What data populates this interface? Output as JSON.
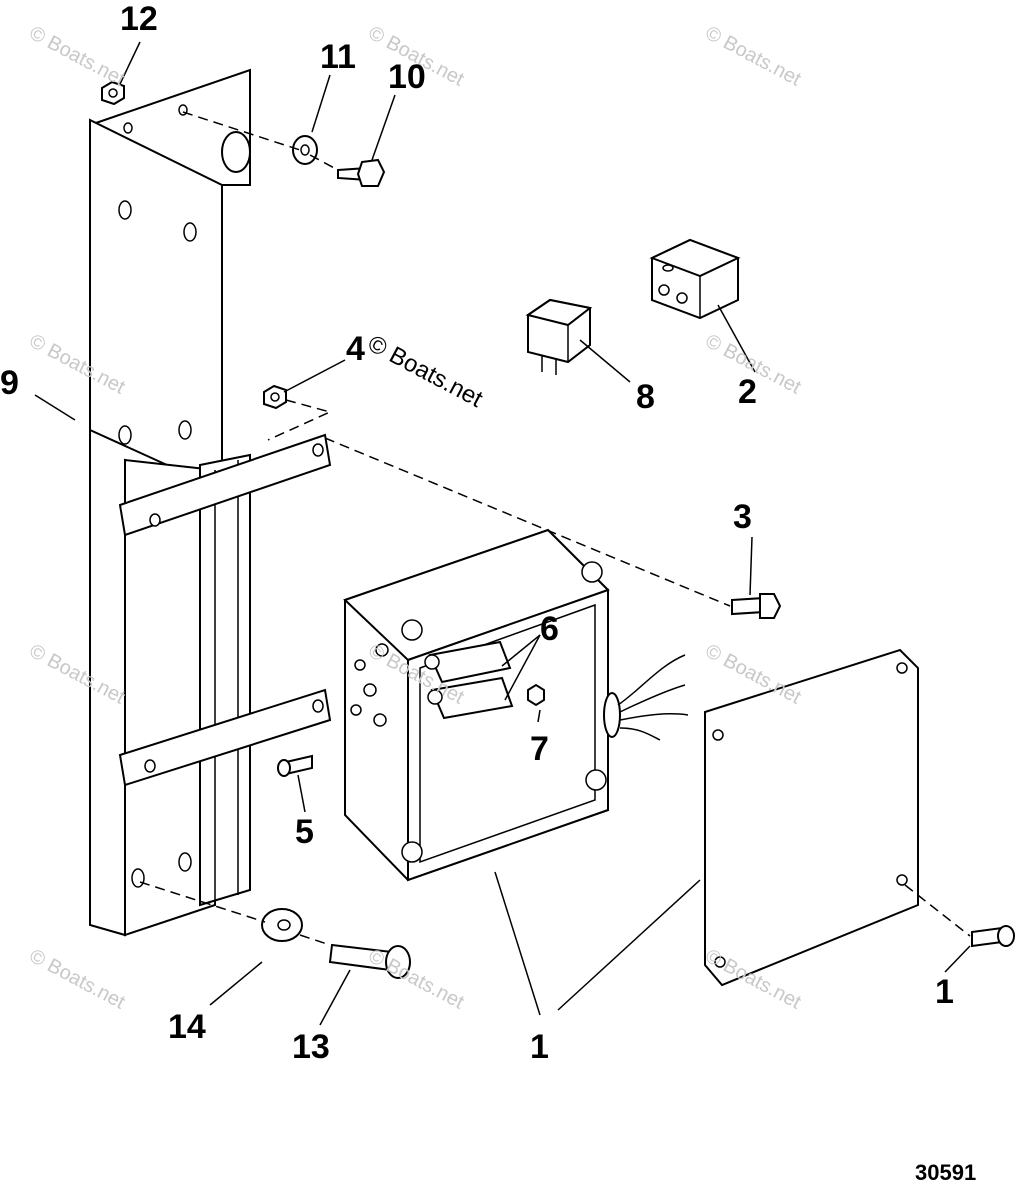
{
  "diagram": {
    "figure_number": "30591",
    "watermark_text": "© Boats.net",
    "callouts": [
      {
        "id": "c12",
        "label": "12"
      },
      {
        "id": "c11",
        "label": "11"
      },
      {
        "id": "c10",
        "label": "10"
      },
      {
        "id": "c9",
        "label": "9"
      },
      {
        "id": "c4",
        "label": "4"
      },
      {
        "id": "c8",
        "label": "8"
      },
      {
        "id": "c2",
        "label": "2"
      },
      {
        "id": "c3",
        "label": "3"
      },
      {
        "id": "c6",
        "label": "6"
      },
      {
        "id": "c7",
        "label": "7"
      },
      {
        "id": "c5",
        "label": "5"
      },
      {
        "id": "c14",
        "label": "14"
      },
      {
        "id": "c13",
        "label": "13"
      },
      {
        "id": "c1a",
        "label": "1"
      },
      {
        "id": "c1b",
        "label": "1"
      }
    ]
  }
}
